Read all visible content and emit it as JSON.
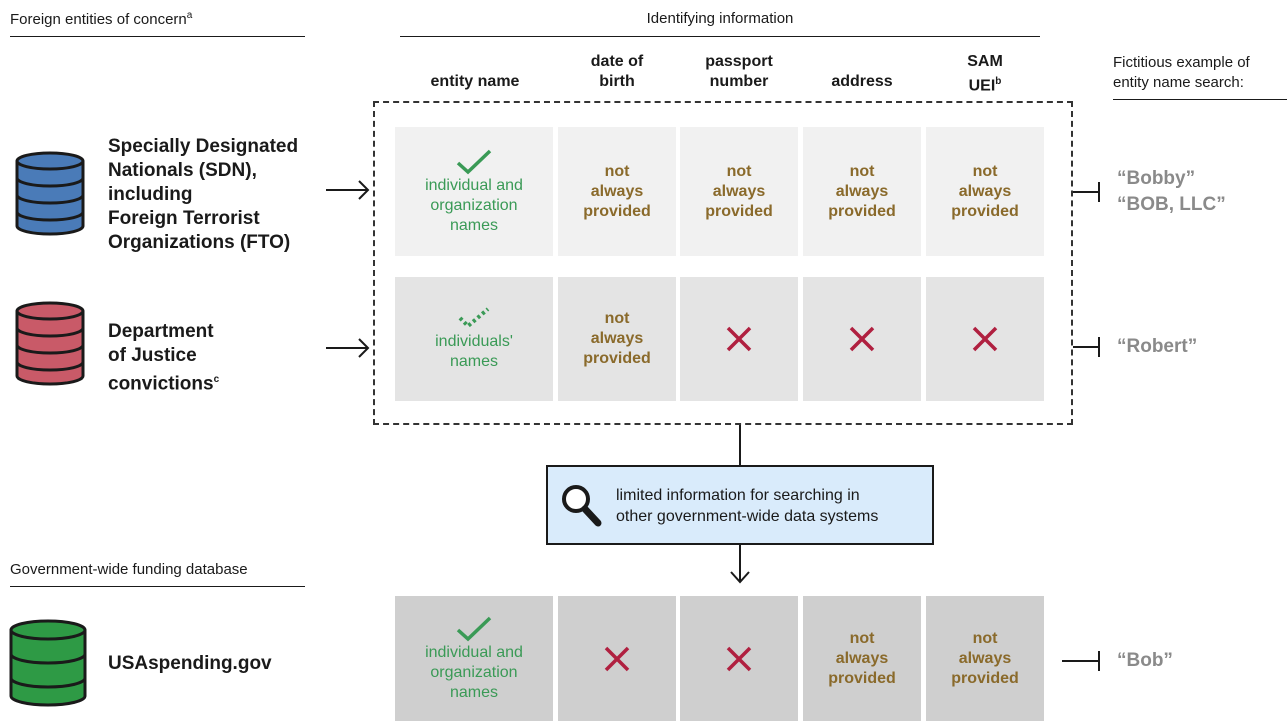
{
  "headers": {
    "foreign_entities": "Foreign entities of concern",
    "foreign_entities_sup": "a",
    "identifying": "Identifying information",
    "fictitious_line1": "Fictitious example of",
    "fictitious_line2": "entity name search:",
    "funding_db": "Government-wide funding database"
  },
  "columns": {
    "entity_name": "entity name",
    "dob_1": "date of",
    "dob_2": "birth",
    "passport_1": "passport",
    "passport_2": "number",
    "address": "address",
    "sam_1": "SAM",
    "sam_2": "UEI",
    "sam_sup": "b"
  },
  "sources": {
    "sdn_1": "Specially Designated",
    "sdn_2": "Nationals (SDN),",
    "sdn_3": "including",
    "sdn_4": "Foreign Terrorist",
    "sdn_5": "Organizations (FTO)",
    "doj_1": "Department",
    "doj_2": "of Justice",
    "doj_3": "convictions",
    "doj_sup": "c",
    "usa": "USAspending.gov"
  },
  "cells": {
    "ind_org_1": "individual and",
    "ind_org_2": "organization",
    "ind_org_3": "names",
    "ind_names_1": "individuals'",
    "ind_names_2": "names",
    "nap_1": "not",
    "nap_2": "always",
    "nap_3": "provided"
  },
  "examples": {
    "bobby": "“Bobby”",
    "bob_llc": "“BOB, LLC”",
    "robert": "“Robert”",
    "bob": "“Bob”"
  },
  "search_box": {
    "line1": "limited information for searching in",
    "line2": "other government-wide data systems"
  },
  "colors": {
    "sdn_db": "#4a7bb8",
    "doj_db": "#c95a68",
    "usa_db": "#2e9a45",
    "green_text": "#3a9a56",
    "not_provided": "#8a6a2b",
    "x_mark": "#b02040",
    "search_fill": "#d9ebfb"
  }
}
